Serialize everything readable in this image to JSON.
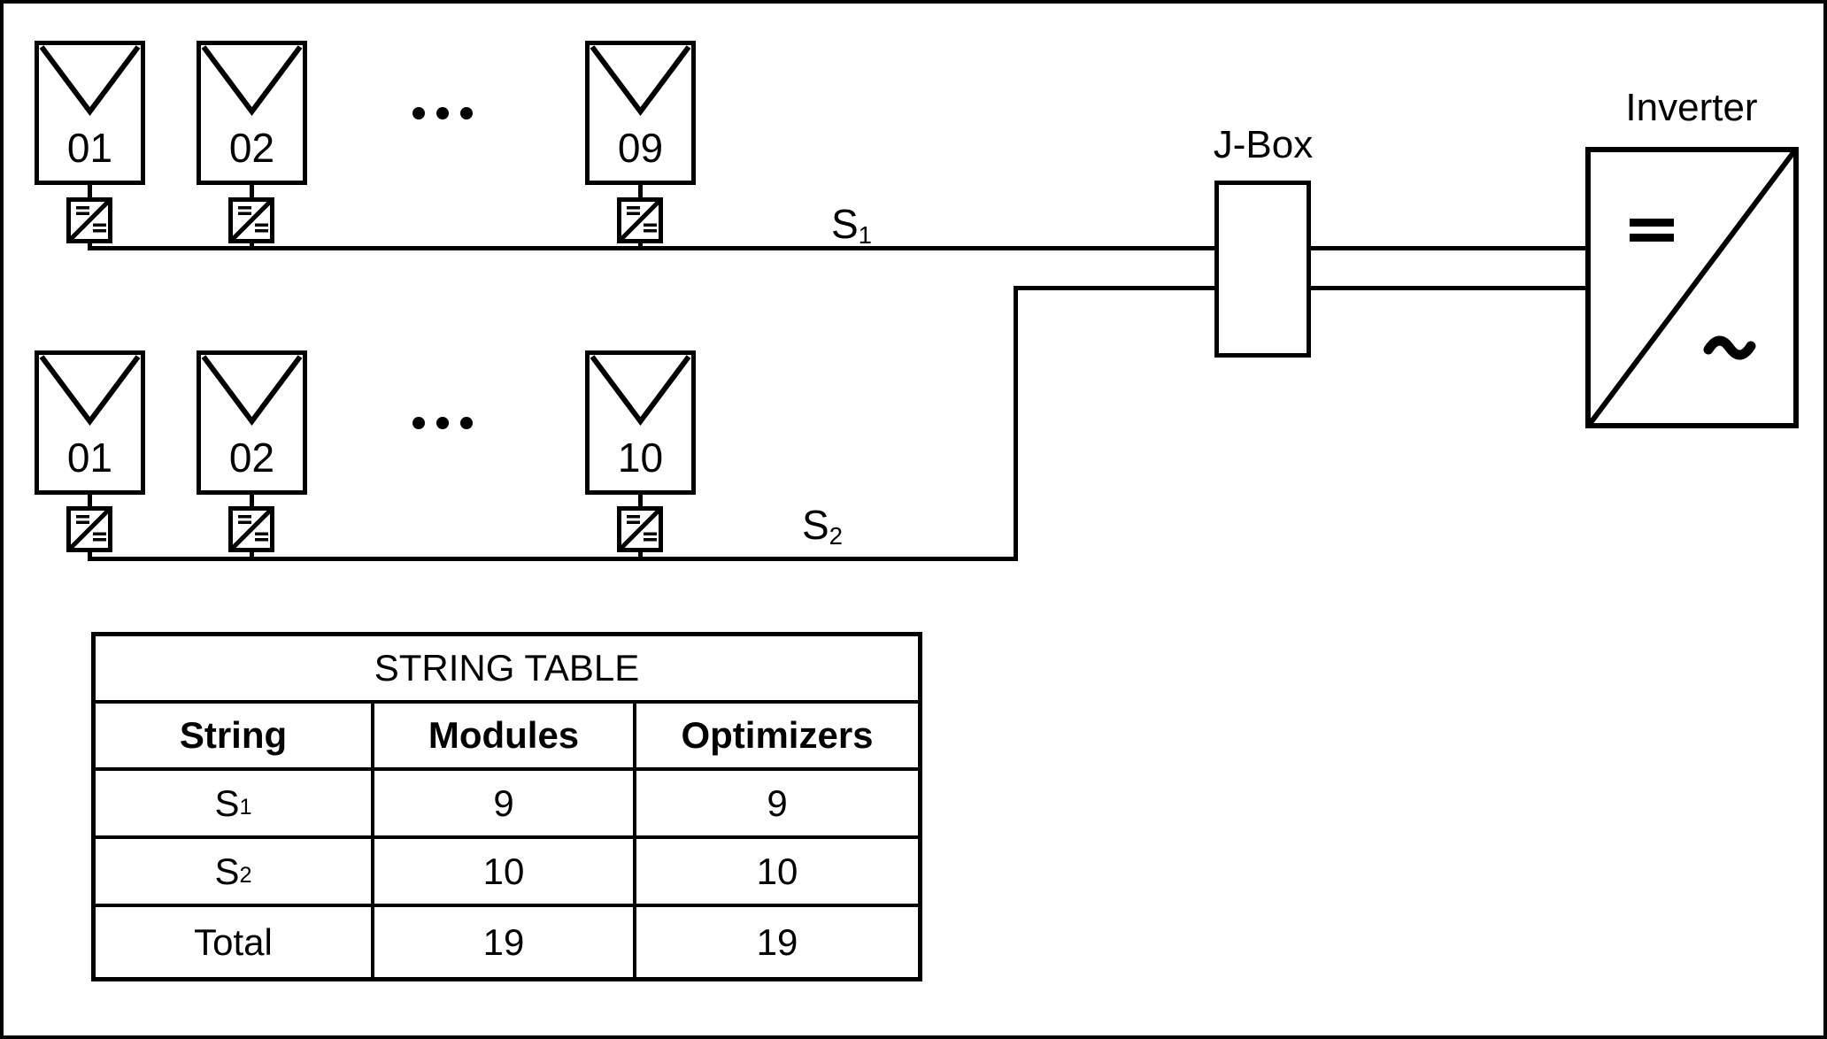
{
  "colors": {
    "ink": "#000000",
    "paper": "#ffffff"
  },
  "diagram": {
    "strings": [
      {
        "label_main": "S",
        "label_sub": "1",
        "modules": [
          "01",
          "02",
          "09"
        ]
      },
      {
        "label_main": "S",
        "label_sub": "2",
        "modules": [
          "01",
          "02",
          "10"
        ]
      }
    ],
    "jbox": {
      "label": "J-Box"
    },
    "inverter": {
      "label": "Inverter",
      "dc_symbol": "=",
      "ac_symbol": "~"
    },
    "icons": {
      "pv_module": "pv-panel-chevron",
      "optimizer": "dc-dc-converter-square-diagonal",
      "ellipsis": "•••"
    }
  },
  "table": {
    "title": "STRING TABLE",
    "headers": [
      "String",
      "Modules",
      "Optimizers"
    ],
    "rows": [
      {
        "string_main": "S",
        "string_sub": "1",
        "modules": "9",
        "optimizers": "9"
      },
      {
        "string_main": "S",
        "string_sub": "2",
        "modules": "10",
        "optimizers": "10"
      },
      {
        "string_main": "Total",
        "string_sub": "",
        "modules": "19",
        "optimizers": "19"
      }
    ]
  }
}
